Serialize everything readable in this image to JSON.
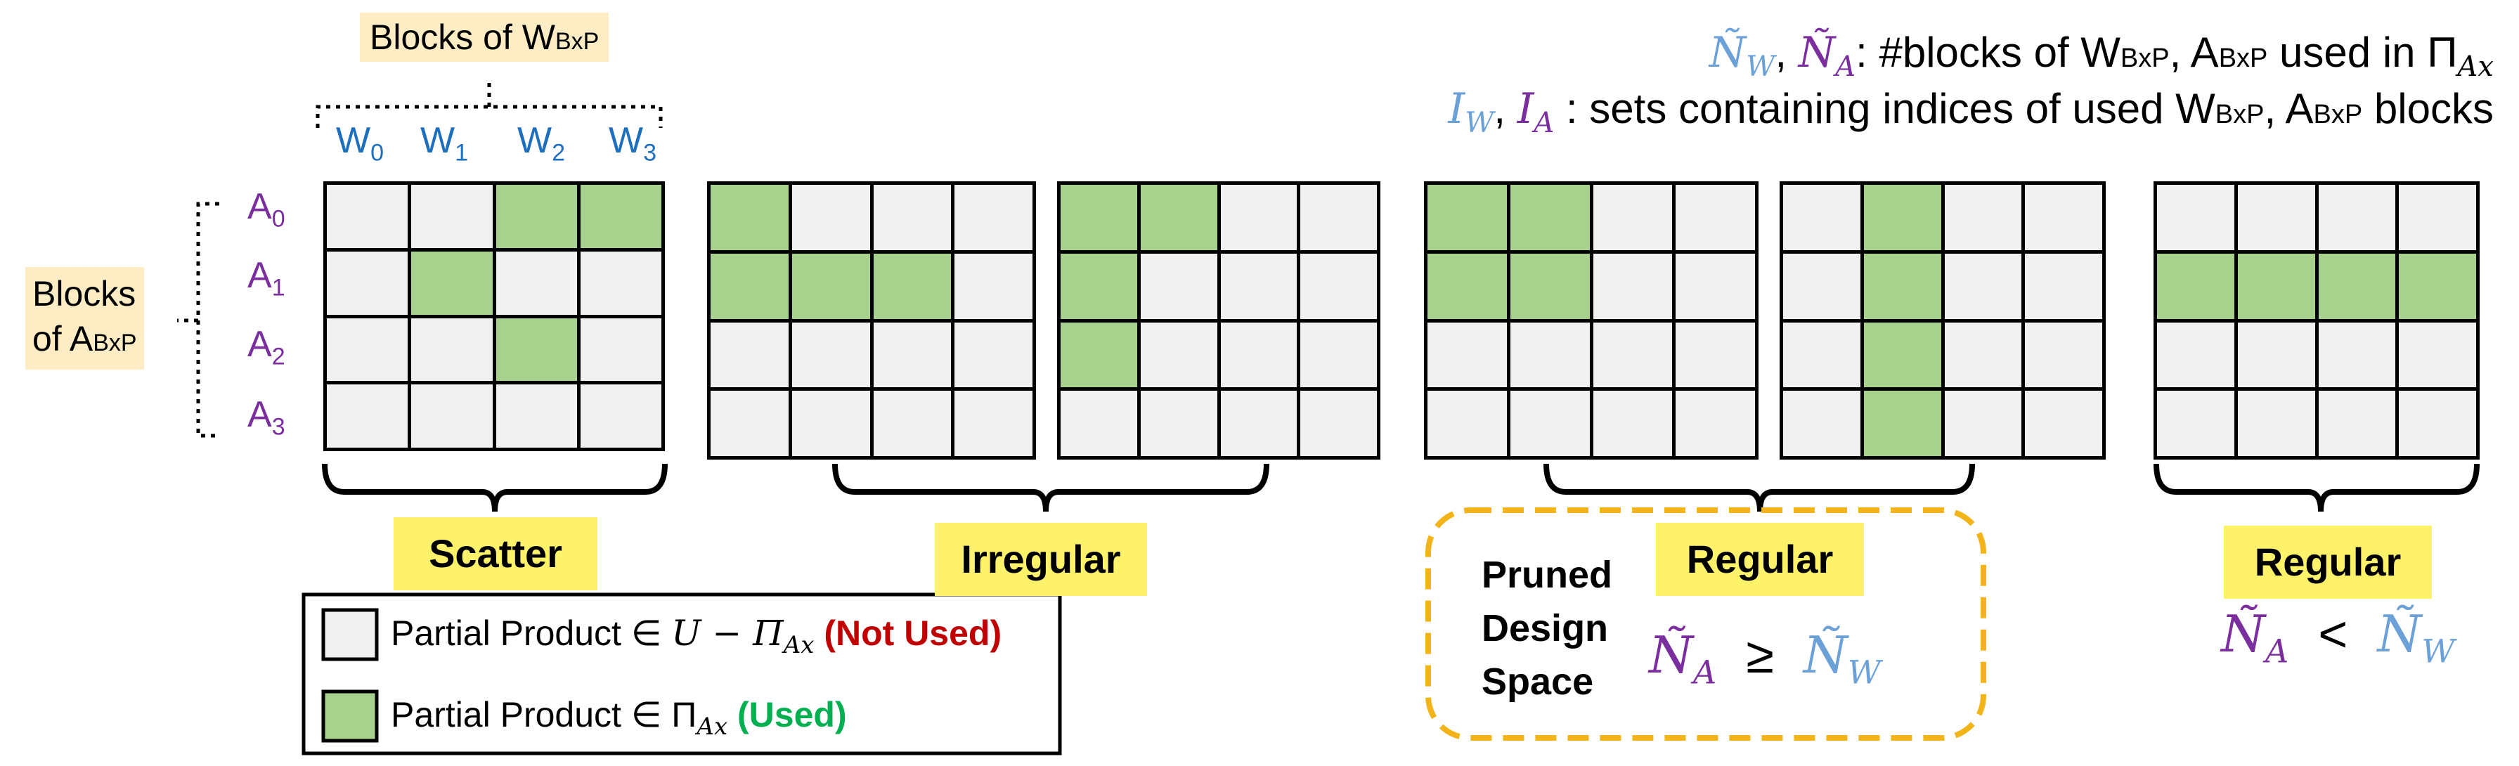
{
  "header": {
    "blocks_w_label": "Blocks of W",
    "blocks_w_sub": "BxP",
    "blocks_a_line1": "Blocks",
    "blocks_a_line2": "of A",
    "blocks_a_sub": "BxP"
  },
  "legend_right": {
    "line1_n": "Ñ",
    "line1_w": "W",
    "line1_comma": ", ",
    "line1_a": "A",
    "line1_text": ": #blocks of W",
    "line1_sub1": "BxP",
    "line1_mid": ", A",
    "line1_sub2": "BxP",
    "line1_end": " used in Π",
    "line1_pisub": "Ax",
    "line2_i": "I",
    "line2_w": "W",
    "line2_comma": ", ",
    "line2_a": "A",
    "line2_text": " : sets containing indices of used W",
    "line2_sub1": "BxP",
    "line2_mid": ", A",
    "line2_sub2": "BxP",
    "line2_end": " blocks"
  },
  "col_labels": [
    "W",
    "W",
    "W",
    "W"
  ],
  "col_subs": [
    "0",
    "1",
    "2",
    "3"
  ],
  "row_labels": [
    "A",
    "A",
    "A",
    "A"
  ],
  "row_subs": [
    "0",
    "1",
    "2",
    "3"
  ],
  "grids": [
    {
      "name": "scatter",
      "used": [
        [
          0,
          2
        ],
        [
          0,
          3
        ],
        [
          1,
          1
        ],
        [
          2,
          2
        ]
      ]
    },
    {
      "name": "irregular-1",
      "used": [
        [
          0,
          0
        ],
        [
          1,
          0
        ],
        [
          1,
          1
        ],
        [
          1,
          2
        ]
      ]
    },
    {
      "name": "irregular-2",
      "used": [
        [
          0,
          0
        ],
        [
          0,
          1
        ],
        [
          1,
          0
        ],
        [
          2,
          0
        ]
      ]
    },
    {
      "name": "regular-1",
      "used": [
        [
          0,
          0
        ],
        [
          0,
          1
        ],
        [
          1,
          0
        ],
        [
          1,
          1
        ]
      ]
    },
    {
      "name": "regular-2",
      "used": [
        [
          0,
          1
        ],
        [
          1,
          1
        ],
        [
          2,
          1
        ],
        [
          3,
          1
        ]
      ]
    },
    {
      "name": "regular-3",
      "used": [
        [
          1,
          0
        ],
        [
          1,
          1
        ],
        [
          1,
          2
        ],
        [
          1,
          3
        ]
      ]
    }
  ],
  "labels": {
    "scatter": "Scatter",
    "irregular": "Irregular",
    "regular_mid": "Regular",
    "regular_right": "Regular",
    "pruned": [
      "Pruned",
      "Design",
      "Space"
    ],
    "cond_mid_lhs": "Ñ",
    "cond_mid_lhs_sub": "A",
    "cond_mid_op": "≥",
    "cond_mid_rhs": "Ñ",
    "cond_mid_rhs_sub": "W",
    "cond_right_lhs": "Ñ",
    "cond_right_lhs_sub": "A",
    "cond_right_op": "<",
    "cond_right_rhs": "Ñ",
    "cond_right_rhs_sub": "W"
  },
  "legend": {
    "not_used_text": "Partial Product ∈ ",
    "not_used_math": "U − Π",
    "not_used_sub": "Ax",
    "not_used_tag": "(Not Used)",
    "used_text": "Partial Product ∈ Π",
    "used_sub": "Ax",
    "used_tag": "(Used)"
  },
  "colors": {
    "used": "#a9d18e",
    "unused": "#f0f0f0",
    "not_used_tag": "#c00000",
    "used_tag": "#00b050",
    "dashed_box": "#f2b418",
    "label_highlight": "#fff26b",
    "axis_highlight": "#fdecc4"
  }
}
